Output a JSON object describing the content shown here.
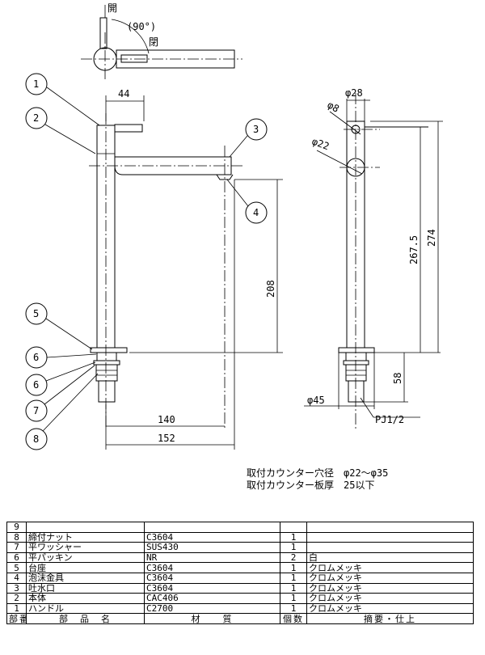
{
  "drawing": {
    "top_view": {
      "open_label": "開",
      "close_label": "閉",
      "angle": "(90°)"
    },
    "dimensions": {
      "handle": "44",
      "spout_height": "208",
      "reach_inner": "140",
      "reach_outer": "152",
      "top_dia": "φ28",
      "handle_dia": "φ8",
      "body_dia": "φ22",
      "height_inner": "267.5",
      "height_total": "274",
      "shank_length": "58",
      "base_dia": "φ45",
      "thread": "PJ1/2"
    },
    "balloons": [
      "1",
      "2",
      "3",
      "4",
      "5",
      "6",
      "6",
      "7",
      "8"
    ]
  },
  "notes": {
    "counter_hole": "取付カウンター穴径　φ22～φ35",
    "counter_thickness": "取付カウンター板厚　25以下"
  },
  "parts_table": {
    "header": {
      "no": "部番",
      "name": "部　品　名",
      "material": "材　　質",
      "qty": "個数",
      "remarks": "摘要・仕上"
    },
    "rows": [
      {
        "no": "9",
        "name": "",
        "material": "",
        "qty": "",
        "remarks": ""
      },
      {
        "no": "8",
        "name": "締付ナット",
        "material": "C3604",
        "qty": "1",
        "remarks": ""
      },
      {
        "no": "7",
        "name": "平ワッシャー",
        "material": "SUS430",
        "qty": "1",
        "remarks": ""
      },
      {
        "no": "6",
        "name": "平パッキン",
        "material": "NR",
        "qty": "2",
        "remarks": "白"
      },
      {
        "no": "5",
        "name": "台座",
        "material": "C3604",
        "qty": "1",
        "remarks": "クロムメッキ"
      },
      {
        "no": "4",
        "name": "泡沫金具",
        "material": "C3604",
        "qty": "1",
        "remarks": "クロムメッキ"
      },
      {
        "no": "3",
        "name": "吐水口",
        "material": "C3604",
        "qty": "1",
        "remarks": "クロムメッキ"
      },
      {
        "no": "2",
        "name": "本体",
        "material": "CAC406",
        "qty": "1",
        "remarks": "クロムメッキ"
      },
      {
        "no": "1",
        "name": "ハンドル",
        "material": "C2700",
        "qty": "1",
        "remarks": "クロムメッキ"
      }
    ]
  }
}
